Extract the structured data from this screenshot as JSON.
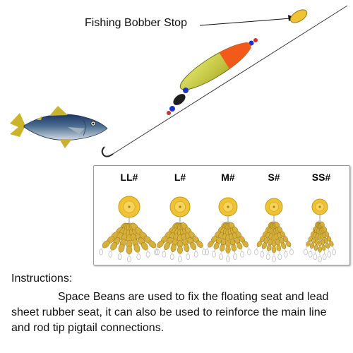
{
  "bobber_stop_label": "Fishing Bobber Stop",
  "sizes": [
    "LL#",
    "L#",
    "M#",
    "S#",
    "SS#"
  ],
  "instructions": {
    "title": "Instructions:",
    "body": "Space Beans are used to fix the floating seat and lead sheet rubber seat, it can also be used to reinforce the main line and rod tip pigtail connections."
  },
  "colors": {
    "bobber_body": "#c9cb3a",
    "bobber_tip": "#f25a1c",
    "bead_blue": "#1d33c9",
    "sinker": "#1e1e1e",
    "stop_yellow": "#f1c233",
    "fish_back": "#243a6b",
    "fish_fins": "#d8c12a"
  }
}
